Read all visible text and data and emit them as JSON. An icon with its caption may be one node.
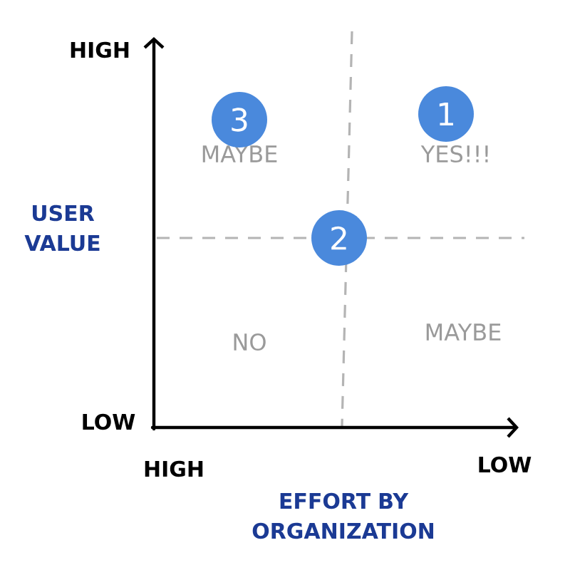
{
  "diagram": {
    "nodes": [
      {
        "text": [
          "3"
        ]
      },
      {
        "text": [
          "1"
        ]
      },
      {
        "text": [
          "2"
        ]
      }
    ],
    "labels": [
      "HIGH",
      "MAYBE",
      "YES!!!",
      "USER VALUE",
      "NO",
      "MAYBE",
      "LOW",
      "HIGH",
      "LOW",
      "EFFORT BY ORGANIZATION"
    ]
  }
}
